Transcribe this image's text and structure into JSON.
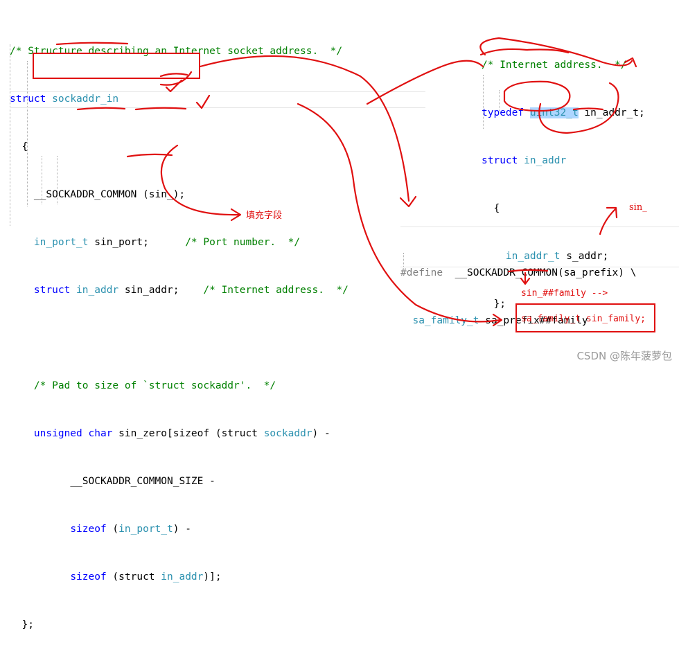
{
  "left_code": {
    "l1": "/* Structure describing an Internet socket address.  */",
    "l2_kw": "struct",
    "l2_name": "sockaddr_in",
    "l3": "{",
    "l4_macro": "__SOCKADDR_COMMON",
    "l4_rest": " (sin_);",
    "l5_type": "in_port_t",
    "l5_rest": " sin_port;",
    "l5_comment": "/* Port number.  */",
    "l6_kw": "struct",
    "l6_type": "in_addr",
    "l6_rest": " sin_addr;",
    "l6_comment": "/* Internet address.  */",
    "l8": "/* Pad to size of `struct sockaddr'.  */",
    "l9_kw": "unsigned char",
    "l9_name": " sin_zero",
    "l9_rest": "[sizeof (struct ",
    "l9_type": "sockaddr",
    "l9_end": ") -",
    "l10": "__SOCKADDR_COMMON_SIZE -",
    "l11_kw": "sizeof",
    "l11_open": " (",
    "l11_type": "in_port_t",
    "l11_end": ") -",
    "l12_kw": "sizeof",
    "l12_mid": " (struct ",
    "l12_type": "in_addr",
    "l12_end": ")];",
    "l13": "};"
  },
  "right_code": {
    "r1": "/* Internet address.  */",
    "r2_kw": "typedef",
    "r2_type": "uint32_t",
    "r2_name": " in_addr_t;",
    "r3_kw": "struct",
    "r3_name": " in_addr",
    "r4": "{",
    "r5_type": "in_addr_t",
    "r5_rest": " s_addr;",
    "r6": "};"
  },
  "define_code": {
    "d1_pp": "#define",
    "d1_rest": "  __SOCKADDR_COMMON(sa_prefix) \\",
    "d2_type": "sa_family_t",
    "d2_rest": " sa_prefix##family"
  },
  "annotations": {
    "padding_label": "填充字段",
    "sin_label": "sin_",
    "concat_label": "sin_##family -->",
    "result_box": "sa_family_t sin_family;"
  },
  "watermark": "CSDN @陈年菠萝包",
  "colors": {
    "comment": "#008000",
    "keyword": "#0000ff",
    "type": "#2b91af",
    "annotation_red": "#e01010",
    "highlight": "#add6ff"
  }
}
